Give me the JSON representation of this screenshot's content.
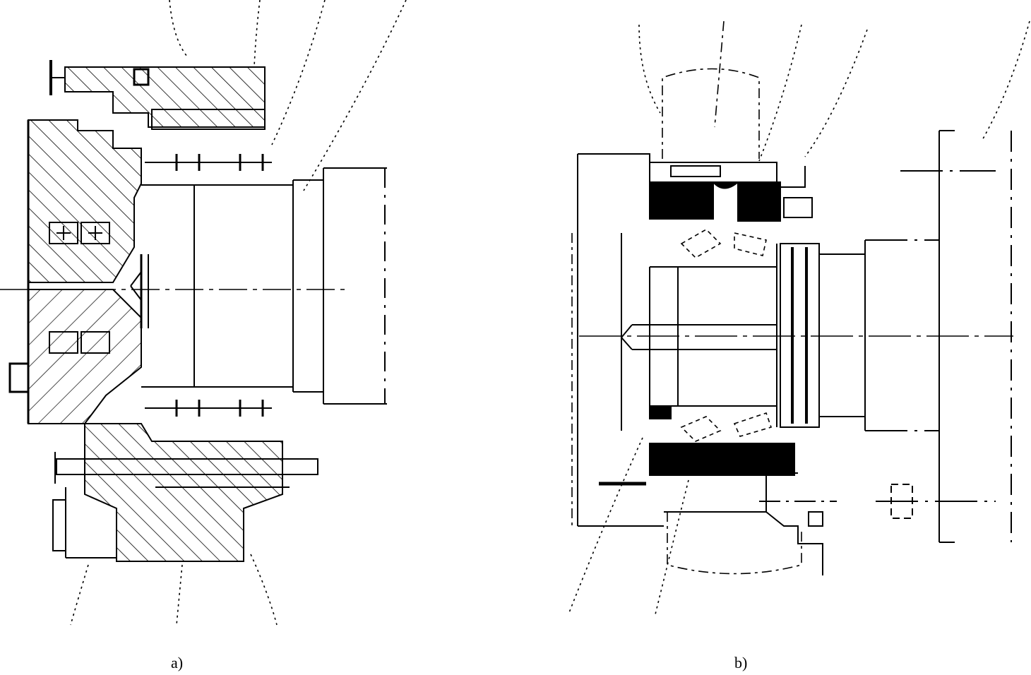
{
  "figure": {
    "panels": [
      {
        "id": "a",
        "caption": "a)"
      },
      {
        "id": "b",
        "caption": "b)"
      }
    ],
    "colors": {
      "line": "#000000",
      "background": "#ffffff"
    }
  }
}
